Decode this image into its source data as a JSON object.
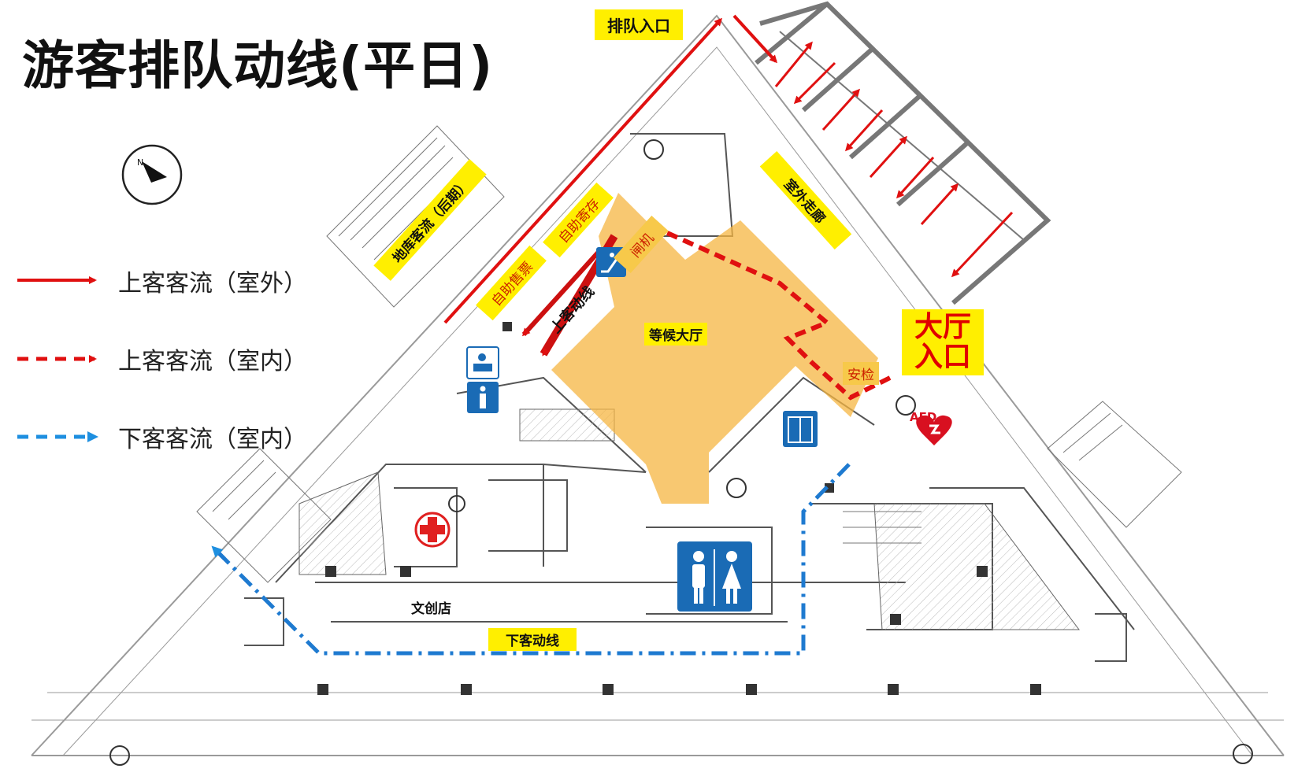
{
  "title": "游客排队动线(平日)",
  "legend": {
    "items": [
      {
        "label": "上客客流（室外）",
        "style": "solid",
        "color": "#e01010"
      },
      {
        "label": "上客客流（室内）",
        "style": "dashed",
        "color": "#e01010"
      },
      {
        "label": "下客客流（室内）",
        "style": "dashdot",
        "color": "#1e8fe0"
      }
    ]
  },
  "labels": {
    "queue_entrance": "排队入口",
    "underground_flow": "地库客流（后期）",
    "self_ticketing": "自助售票",
    "self_storage": "自助寄存",
    "gate": "闸机",
    "boarding_route": "上客动线",
    "waiting_hall": "等候大厅",
    "outdoor_corridor": "室外走廊",
    "hall_entrance": "大厅入口",
    "security_check": "安检",
    "shop": "文创店",
    "alighting_route": "下客动线"
  },
  "icons": {
    "aed_text": "AED",
    "compass": "compass-icon",
    "escalator": "escalator-icon",
    "service_desk": "service-desk-icon",
    "info": "info-icon",
    "elevator": "elevator-icon",
    "first_aid": "first-aid-icon",
    "restroom": "restroom-icon",
    "aed": "aed-icon"
  },
  "colors": {
    "highlight": "#f5b642",
    "label_bg": "#ffef00",
    "flow_up": "#e01010",
    "flow_down": "#1e8fe0",
    "icon_blue": "#1a6bb5"
  }
}
